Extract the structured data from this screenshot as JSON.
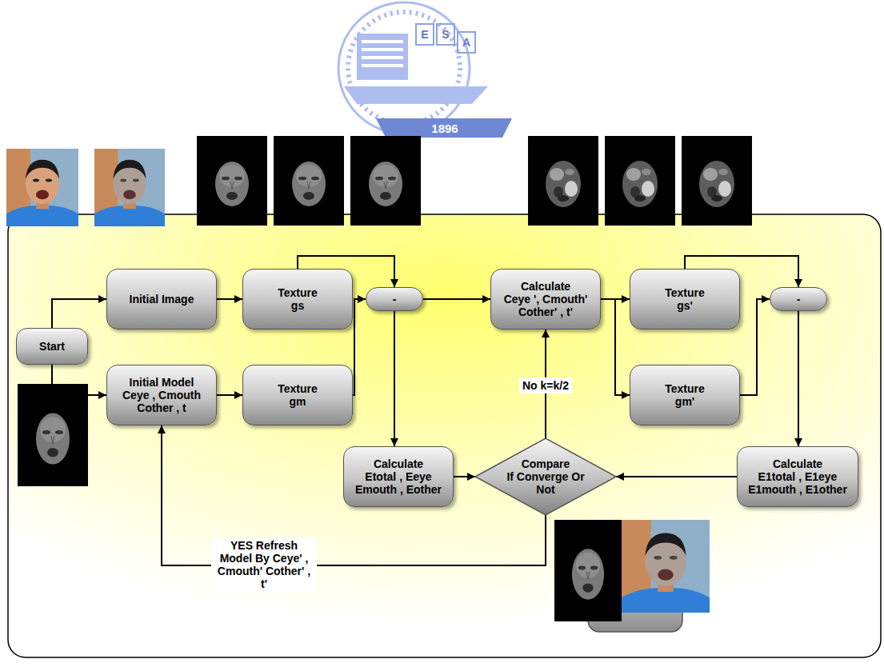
{
  "diagram": {
    "nodes": [
      {
        "text": [
          "Start"
        ]
      },
      {
        "text": [
          "Initial Image"
        ]
      },
      {
        "text": [
          "Initial Model",
          "Ceye , Cmouth Cother , t"
        ]
      },
      {
        "text": [
          "Texture",
          "gs"
        ]
      },
      {
        "text": [
          "Texture",
          "gm"
        ]
      },
      {
        "text": [
          "-"
        ]
      },
      {
        "text": [
          "Calculate",
          "Ceye ', Cmouth' Cother' , t'"
        ]
      },
      {
        "text": [
          "Texture",
          "gs'"
        ]
      },
      {
        "text": [
          "Texture",
          "gm'"
        ]
      },
      {
        "text": [
          "-"
        ]
      },
      {
        "text": [
          "Calculate",
          "Etotal , Eeye Emouth , Eother"
        ]
      },
      {
        "text": [
          "Compare",
          "If Converge Or Not"
        ]
      },
      {
        "text": [
          "Calculate",
          "E1total , E1eye E1mouth , E1other"
        ]
      }
    ],
    "edges": [
      {
        "from": 0,
        "to": 1,
        "arrow": "to"
      },
      {
        "from": 0,
        "to": 2,
        "arrow": "to"
      },
      {
        "from": 1,
        "to": 3,
        "arrow": "to"
      },
      {
        "from": 2,
        "to": 4,
        "arrow": "to"
      },
      {
        "from": 3,
        "to": 5,
        "arrow": "to"
      },
      {
        "from": 4,
        "to": 5,
        "arrow": "to"
      },
      {
        "from": 5,
        "to": 6,
        "arrow": "to"
      },
      {
        "from": 5,
        "to": 10,
        "arrow": "to"
      },
      {
        "from": 10,
        "to": 11,
        "arrow": "to"
      },
      {
        "from": 6,
        "to": 7,
        "arrow": "to"
      },
      {
        "from": 6,
        "to": 8,
        "arrow": "to"
      },
      {
        "from": 7,
        "to": 9,
        "arrow": "to"
      },
      {
        "from": 8,
        "to": 9,
        "arrow": "to"
      },
      {
        "from": 9,
        "to": 12,
        "arrow": "to"
      },
      {
        "from": 12,
        "to": 11,
        "arrow": "to"
      },
      {
        "from": 11,
        "to": 6,
        "label": "No k=k/2",
        "arrow": "to"
      },
      {
        "from": 11,
        "to": 2,
        "label": "YES Refresh Model By Ceye' , Cmouth' Cother' , t'",
        "arrow": "to"
      }
    ],
    "labels": [
      "E",
      "S",
      "A",
      "1896"
    ]
  }
}
